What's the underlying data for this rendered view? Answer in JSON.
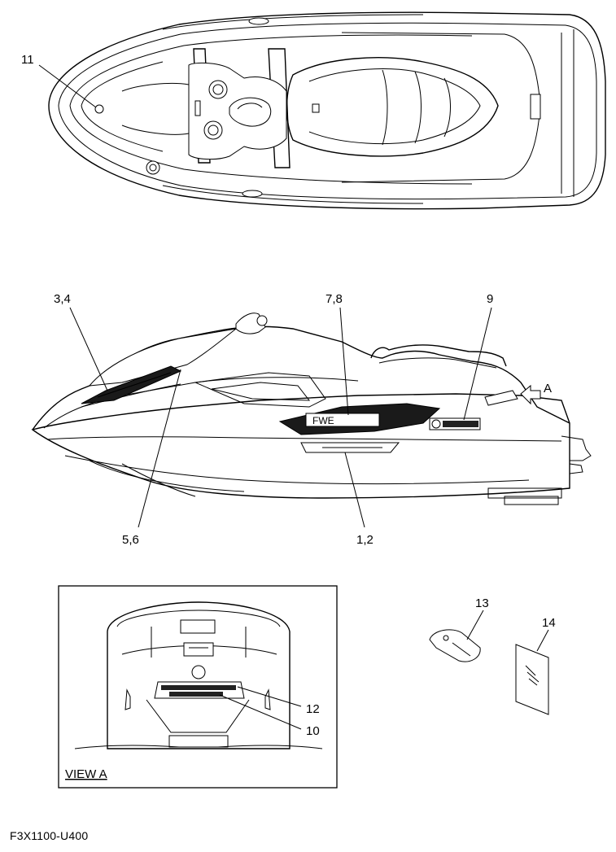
{
  "callouts": {
    "c11": "11",
    "c34": "3,4",
    "c78": "7,8",
    "c9": "9",
    "cA": "A",
    "c56": "5,6",
    "c12b": "1,2",
    "c13": "13",
    "c14": "14",
    "c12": "12",
    "c10": "10"
  },
  "view_label": "VIEW A",
  "figure_code": "F3X1100-U400"
}
